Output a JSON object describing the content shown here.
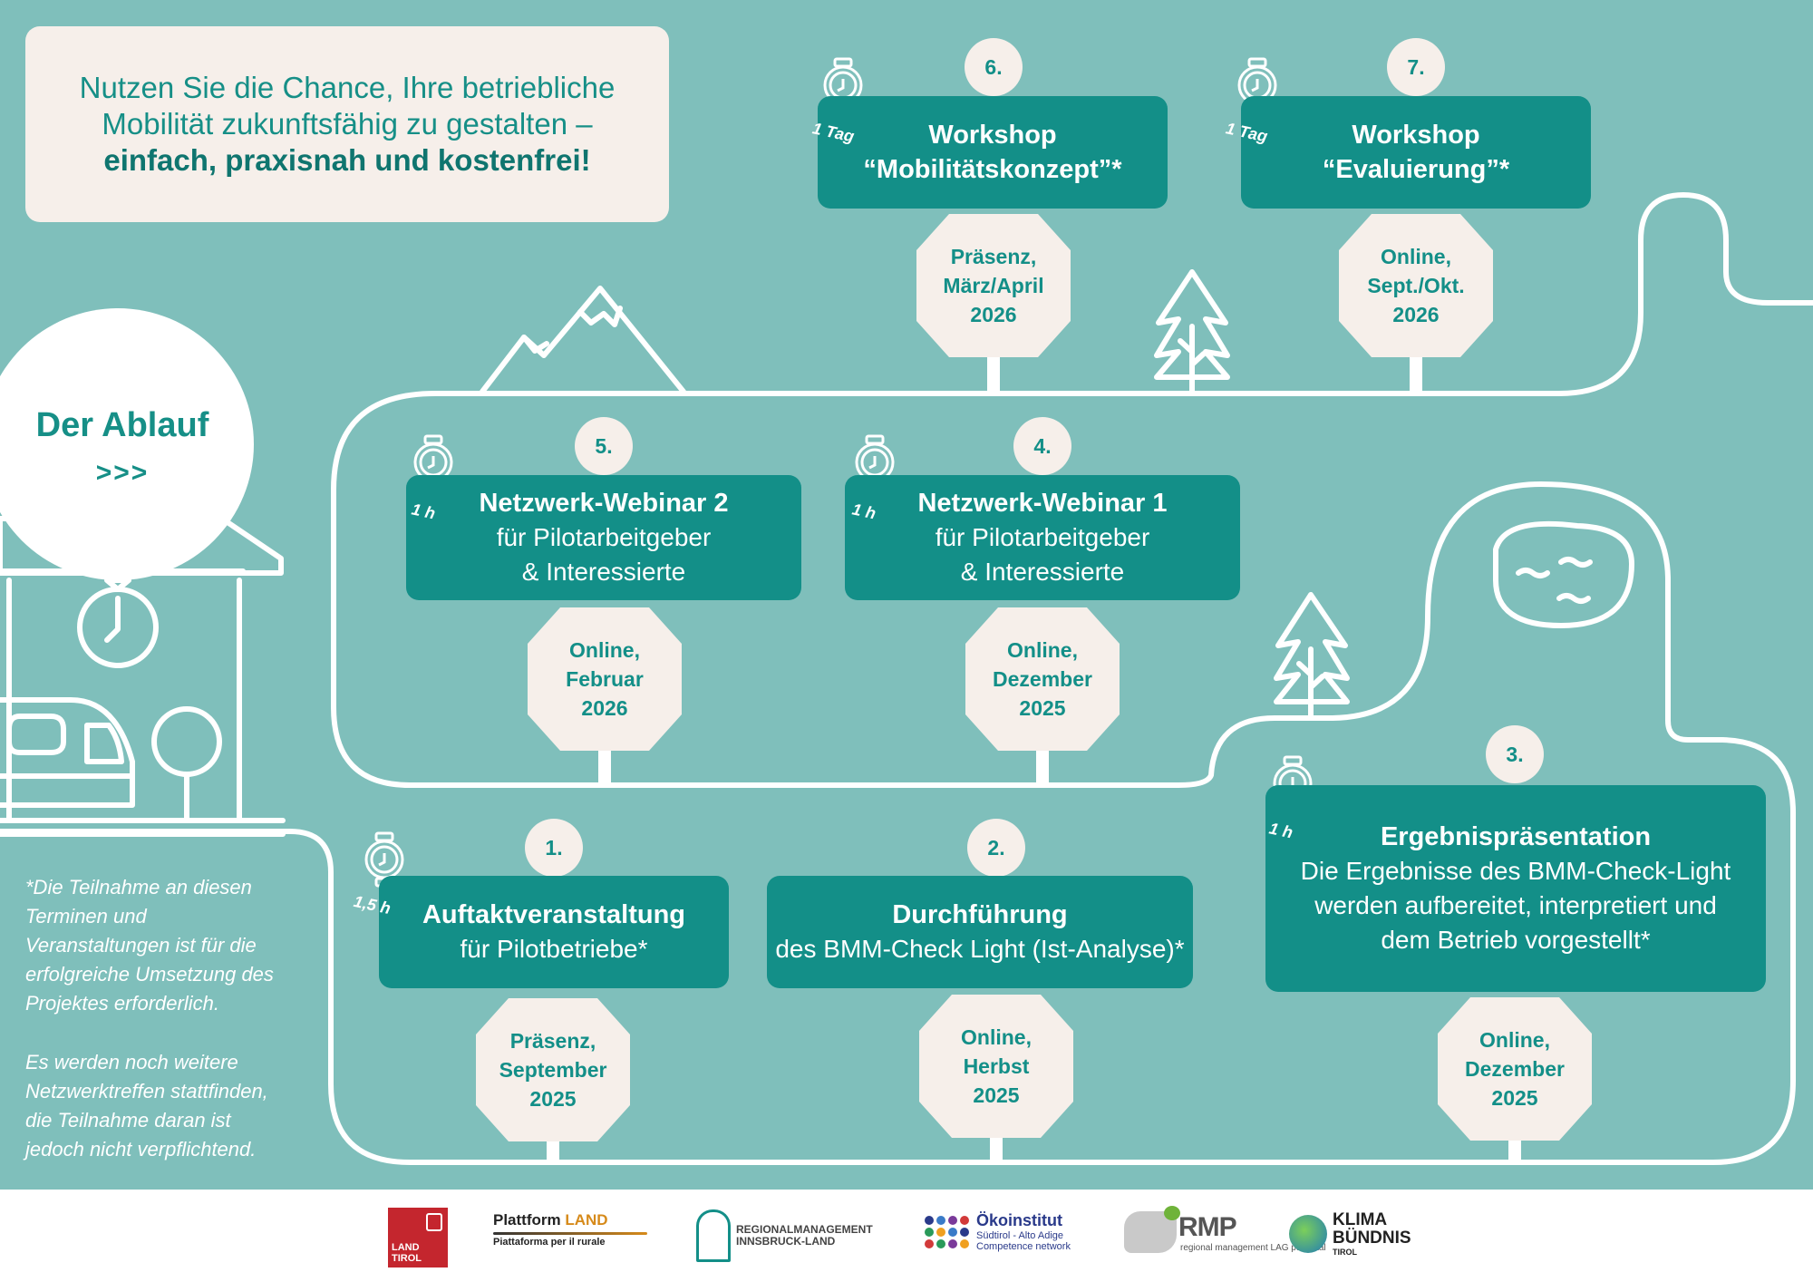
{
  "intro": {
    "line1": "Nutzen Sie die Chance, Ihre betriebliche",
    "line2": "Mobilität zukunftsfähig zu gestalten –",
    "line3": "einfach, praxisnah und kostenfrei!"
  },
  "ablauf": {
    "title": "Der Ablauf",
    "arrows": ">>>"
  },
  "steps": [
    {
      "number": "1.",
      "title": "Auftaktveranstaltung",
      "subtitle": "für Pilotbetriebe*",
      "duration": "1,5 h",
      "mode": "Präsenz,",
      "when": "September",
      "year": "2025"
    },
    {
      "number": "2.",
      "title": "Durchführung",
      "subtitle": "des BMM-Check Light (Ist-Analyse)*",
      "mode": "Online,",
      "when": "Herbst",
      "year": "2025"
    },
    {
      "number": "3.",
      "title": "Ergebnispräsentation",
      "line2": "Die Ergebnisse des BMM-Check-Light",
      "line3": "werden aufbereitet, interpretiert und",
      "line4": "dem Betrieb vorgestellt*",
      "duration": "1 h",
      "mode": "Online,",
      "when": "Dezember",
      "year": "2025"
    },
    {
      "number": "4.",
      "title": "Netzwerk-Webinar 1",
      "line2": "für Pilotarbeitgeber",
      "line3": "& Interessierte",
      "duration": "1 h",
      "mode": "Online,",
      "when": "Dezember",
      "year": "2025"
    },
    {
      "number": "5.",
      "title": "Netzwerk-Webinar 2",
      "line2": "für Pilotarbeitgeber",
      "line3": "& Interessierte",
      "duration": "1 h",
      "mode": "Online,",
      "when": "Februar",
      "year": "2026"
    },
    {
      "number": "6.",
      "title": "Workshop",
      "line2": "“Mobilitätskonzept”*",
      "duration": "1 Tag",
      "mode": "Präsenz,",
      "when": "März/April",
      "year": "2026"
    },
    {
      "number": "7.",
      "title": "Workshop",
      "line2": "“Evaluierung”*",
      "duration": "1 Tag",
      "mode": "Online,",
      "when": "Sept./Okt.",
      "year": "2026"
    }
  ],
  "notes": {
    "n1_l1": "*Die Teilnahme an diesen",
    "n1_l2": "Terminen und",
    "n1_l3": "Veranstaltungen ist für die",
    "n1_l4": "erfolgreiche Umsetzung des",
    "n1_l5": "Projektes erforderlich.",
    "n2_l1": "Es werden noch weitere",
    "n2_l2": "Netzwerktreffen stattfinden,",
    "n2_l3": "die Teilnahme daran ist",
    "n2_l4": "jedoch nicht verpflichtend."
  },
  "logos": {
    "land_tirol_1": "LAND",
    "land_tirol_2": "TIROL",
    "plattform_a": "Plattform",
    "plattform_b": "LAND",
    "plattform_c": "Piattaforma per il rurale",
    "rm_1": "REGIONALMANAGEMENT",
    "rm_2": "INNSBRUCK-LAND",
    "oeko_1": "Ökoinstitut",
    "oeko_2": "Südtirol - Alto Adige",
    "oeko_3": "Competence network",
    "rmp_1": "RMP",
    "rmp_2": "regional management LAG pustertal",
    "kb_1": "KLIMA",
    "kb_2": "BÜNDNIS",
    "kb_3": "TIROL"
  },
  "colors": {
    "background": "#7fbfbb",
    "box": "#138f88",
    "cream": "#f6efea",
    "text_teal": "#168f87"
  }
}
